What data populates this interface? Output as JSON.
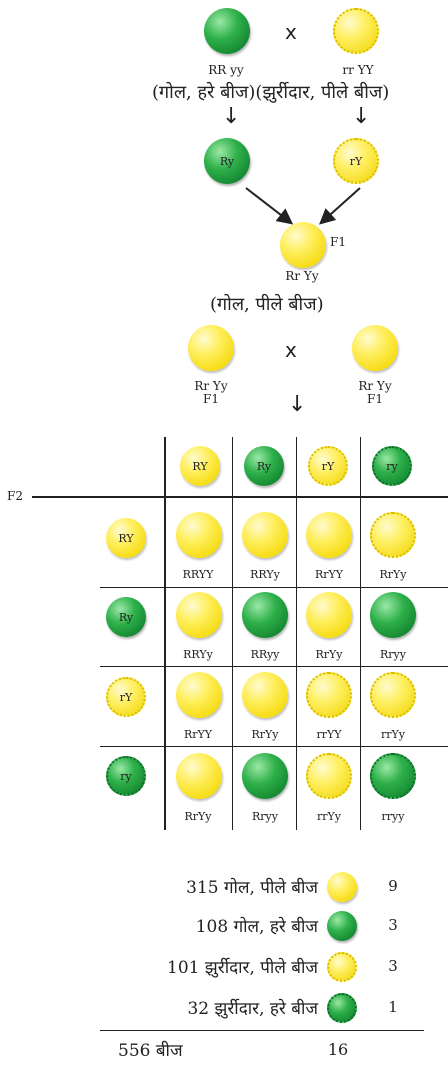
{
  "parents": {
    "left_genotype": "RR yy",
    "right_genotype": "rr YY",
    "phenotypes": "(गोल, हरे बीज)(झुर्रीदार, पीले बीज)",
    "cross_symbol": "x"
  },
  "gametes": {
    "left": "Ry",
    "right": "rY"
  },
  "f1": {
    "label": "F1",
    "genotype": "Rr Yy",
    "phenotype": "(गोल, पीले बीज)",
    "cross_left_genotype": "Rr Yy",
    "cross_left_label": "F1",
    "cross_right_genotype": "Rr Yy",
    "cross_right_label": "F1",
    "cross_symbol": "x"
  },
  "f2": {
    "label": "F2",
    "column_gametes": [
      "RY",
      "Ry",
      "rY",
      "ry"
    ],
    "row_gametes": [
      "RY",
      "Ry",
      "rY",
      "ry"
    ],
    "cells": [
      [
        "RRYY",
        "RRYy",
        "RrYY",
        "RrYy"
      ],
      [
        "RRYy",
        "RRyy",
        "RrYy",
        "Rryy"
      ],
      [
        "RrYY",
        "RrYy",
        "rrYY",
        "rrYy"
      ],
      [
        "RrYy",
        "Rryy",
        "rrYy",
        "rryy"
      ]
    ]
  },
  "summary": {
    "rows": [
      {
        "text": "315 गोल, पीले बीज",
        "ratio": "9"
      },
      {
        "text": "108 गोल, हरे बीज",
        "ratio": "3"
      },
      {
        "text": "101 झुर्रीदार, पीले बीज",
        "ratio": "3"
      },
      {
        "text": "32 झुर्रीदार, हरे बीज",
        "ratio": "1"
      }
    ],
    "total_text": "556 बीज",
    "total_ratio": "16"
  },
  "colors": {
    "yellow": "#ffe94a",
    "green": "#138a36"
  }
}
